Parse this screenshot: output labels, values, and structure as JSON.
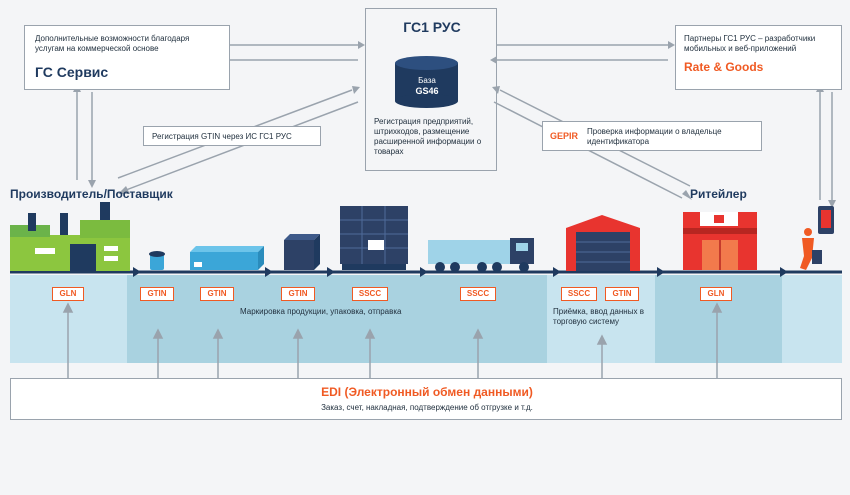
{
  "top_left": {
    "desc": "Дополнительные возможности благодаря услугам на коммерческой основе",
    "title": "ГС Сервис"
  },
  "top_center": {
    "title": "ГС1 РУС",
    "db_line1": "База",
    "db_line2": "GS46",
    "desc": "Регистрация предприятий, штрихкодов, размещение расширенной информации о товарах"
  },
  "top_right": {
    "desc": "Партнеры ГС1 РУС – разработчики мобильных и веб-приложений",
    "title": "Rate & Goods"
  },
  "gtin_registration": "Регистрация GTIN через ИС ГС1 РУС",
  "gepir": {
    "label": "GEPIR",
    "desc": "Проверка информации о владельце идентификатора"
  },
  "manufacturer_title": "Производитель/Поставщик",
  "retailer_title": "Ритейлер",
  "codes": {
    "gln_left": "GLN",
    "gtin1": "GTIN",
    "gtin2": "GTIN",
    "gtin3": "GTIN",
    "sscc1": "SSCC",
    "sscc2": "SSCC",
    "sscc3": "SSCC",
    "gtin4": "GTIN",
    "gln_right": "GLN"
  },
  "marking_text": "Маркировка продукции, упаковка, отправка",
  "receiving_text": "Приёмка, ввод данных в торговую систему",
  "edi": {
    "title": "EDI (Электронный обмен данными)",
    "desc": "Заказ, счет, накладная, подтверждение об отгрузке и т.д."
  },
  "colors": {
    "orange": "#f05a23",
    "navy": "#1f3a5f",
    "band_light": "#c8e4ef",
    "band_mid": "#a9d2e0",
    "green": "#8cc63f",
    "blue_box": "#3ba6d8",
    "red_store": "#e8342f",
    "icon_blue": "#1f8ed6"
  }
}
